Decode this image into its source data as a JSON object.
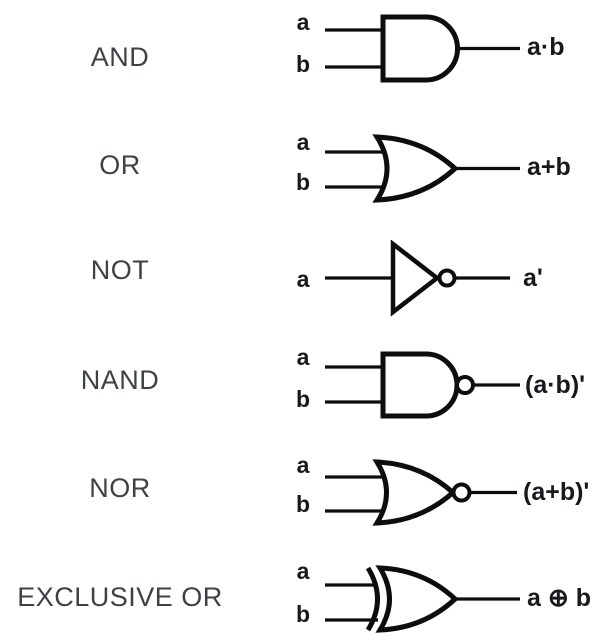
{
  "colors": {
    "background": "#ffffff",
    "gate_stroke": "#0d0d0d",
    "text_bold": "#17191d",
    "label_gray": "#3e4146"
  },
  "rows": [
    {
      "name": "AND",
      "inputs": [
        "a",
        "b"
      ],
      "output": "a·b",
      "gate_icon": "and-gate-icon"
    },
    {
      "name": "OR",
      "inputs": [
        "a",
        "b"
      ],
      "output": "a+b",
      "gate_icon": "or-gate-icon"
    },
    {
      "name": "NOT",
      "inputs": [
        "a"
      ],
      "output": "a'",
      "gate_icon": "not-gate-icon"
    },
    {
      "name": "NAND",
      "inputs": [
        "a",
        "b"
      ],
      "output": "(a·b)'",
      "gate_icon": "nand-gate-icon"
    },
    {
      "name": "NOR",
      "inputs": [
        "a",
        "b"
      ],
      "output": "(a+b)'",
      "gate_icon": "nor-gate-icon"
    },
    {
      "name": "EXCLUSIVE OR",
      "inputs": [
        "a",
        "b"
      ],
      "output": "a ⊕ b",
      "gate_icon": "xor-gate-icon"
    }
  ]
}
